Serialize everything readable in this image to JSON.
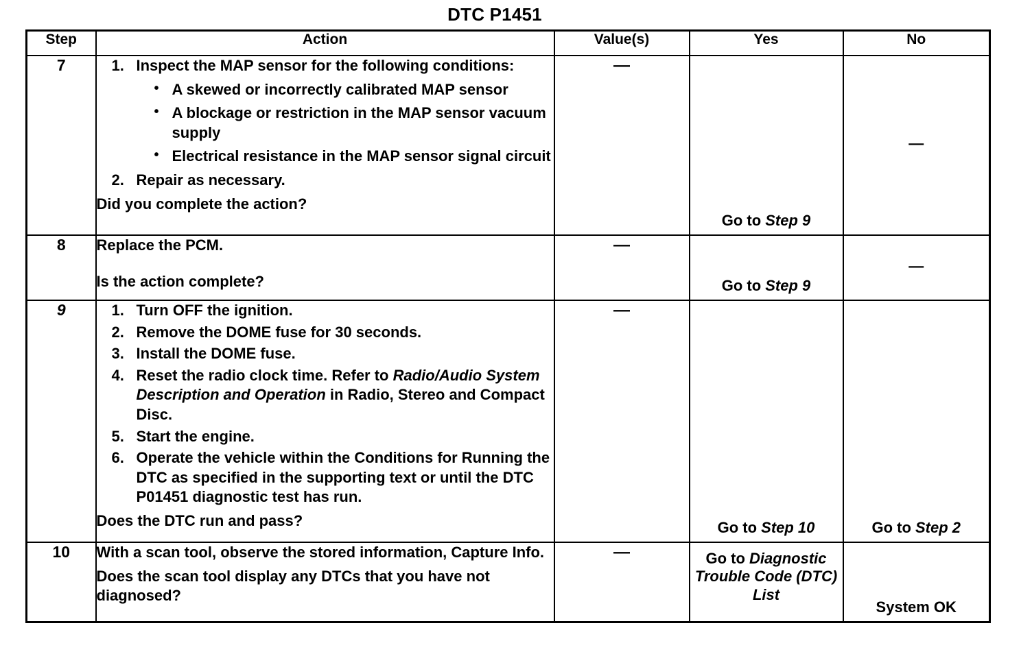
{
  "document": {
    "title": "DTC P1451"
  },
  "table": {
    "headers": {
      "step": "Step",
      "action": "Action",
      "value": "Value(s)",
      "yes": "Yes",
      "no": "No"
    },
    "dash": "—",
    "rows": [
      {
        "step": "7",
        "step_italic": false,
        "action": {
          "items": [
            {
              "num": "1.",
              "text": "Inspect the MAP sensor for the following conditions:",
              "bullets": [
                "A skewed or incorrectly calibrated MAP sensor",
                "A blockage or restriction in the MAP sensor vacuum supply",
                "Electrical resistance in the MAP sensor signal circuit"
              ]
            },
            {
              "num": "2.",
              "text": "Repair as necessary.",
              "bullets": []
            }
          ],
          "question": "Did you complete the action?"
        },
        "value": "—",
        "yes": {
          "prefix": "Go to ",
          "italic": "Step 9",
          "position": "bottom"
        },
        "no": {
          "dash": "—"
        }
      },
      {
        "step": "8",
        "step_italic": false,
        "action": {
          "statement": "Replace the PCM.",
          "question": "Is the action complete?"
        },
        "value": "—",
        "yes": {
          "prefix": "Go to ",
          "italic": "Step 9",
          "position": "bottom"
        },
        "no": {
          "dash": "—"
        }
      },
      {
        "step": "9",
        "step_italic": true,
        "action": {
          "items": [
            {
              "num": "1.",
              "text": "Turn OFF the ignition."
            },
            {
              "num": "2.",
              "text": "Remove the DOME fuse for 30 seconds."
            },
            {
              "num": "3.",
              "text": "Install the DOME fuse."
            },
            {
              "num": "4.",
              "pre": "Reset the radio clock time. Refer to ",
              "italic": "Radio/Audio System Description and Operation",
              "post": " in Radio, Stereo and Compact Disc."
            },
            {
              "num": "5.",
              "text": "Start the engine."
            },
            {
              "num": "6.",
              "text": "Operate the vehicle within the Conditions for Running the DTC as specified in the supporting text or until the DTC P01451 diagnostic test has run."
            }
          ],
          "question": "Does the DTC run and pass?"
        },
        "value": "—",
        "yes": {
          "prefix": "Go to ",
          "italic": "Step 10",
          "position": "bottom"
        },
        "no": {
          "prefix": "Go to ",
          "italic": "Step 2",
          "position": "bottom"
        }
      },
      {
        "step": "10",
        "step_italic": false,
        "action": {
          "statement": "With a scan tool, observe the stored information, Capture Info.",
          "question": "Does the scan tool display any DTCs that you have not diagnosed?"
        },
        "value": "—",
        "yes": {
          "prefix": "Go to ",
          "italic": "Diagnostic Trouble Code (DTC) List",
          "position": "top"
        },
        "no": {
          "text": "System OK",
          "position": "bottom"
        }
      }
    ]
  }
}
